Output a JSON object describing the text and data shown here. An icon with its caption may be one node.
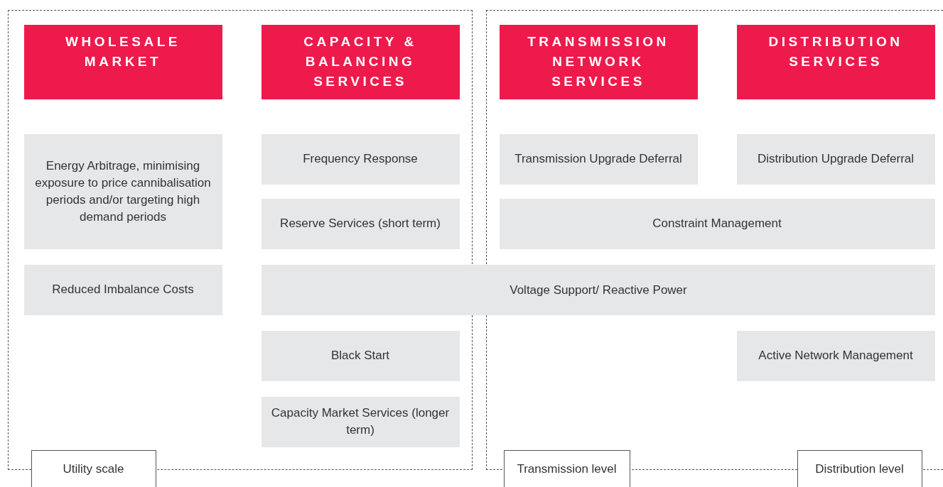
{
  "diagram": {
    "nodes": [
      {
        "text": [
          "Utility scale"
        ]
      },
      {
        "text": [
          "Transmission level",
          "Distribution level"
        ]
      },
      {
        "text": [
          "WHOLESALE MARKET"
        ],
        "in": 0
      },
      {
        "text": [
          "CAPACITY & BALANCING SERVICES"
        ],
        "in": 0
      },
      {
        "text": [
          "TRANSMISSION NETWORK SERVICES"
        ],
        "in": 1
      },
      {
        "text": [
          "DISTRIBUTION SERVICES"
        ],
        "in": 1
      },
      {
        "text": [
          "Energy Arbitrage, minimising exposure to price cannibalisation periods and/or targeting high demand periods"
        ],
        "in": 0
      },
      {
        "text": [
          "Frequency Response"
        ],
        "in": 0
      },
      {
        "text": [
          "Transmission Upgrade Deferral"
        ],
        "in": 1
      },
      {
        "text": [
          "Distribution Upgrade Deferral"
        ],
        "in": 1
      },
      {
        "text": [
          "Reduced Imbalance Costs"
        ],
        "in": 0
      },
      {
        "text": [
          "Reserve Services (short term)"
        ],
        "in": 0
      },
      {
        "text": [
          "Constraint Management"
        ],
        "in": 1
      },
      {
        "text": [
          "Voltage Support/ Reactive Power"
        ]
      },
      {
        "text": [
          "Black Start"
        ],
        "in": 0
      },
      {
        "text": [
          "Active Network Management"
        ],
        "in": 1
      },
      {
        "text": [
          "Capacity Market Services (longer term)"
        ],
        "in": 0
      }
    ]
  }
}
